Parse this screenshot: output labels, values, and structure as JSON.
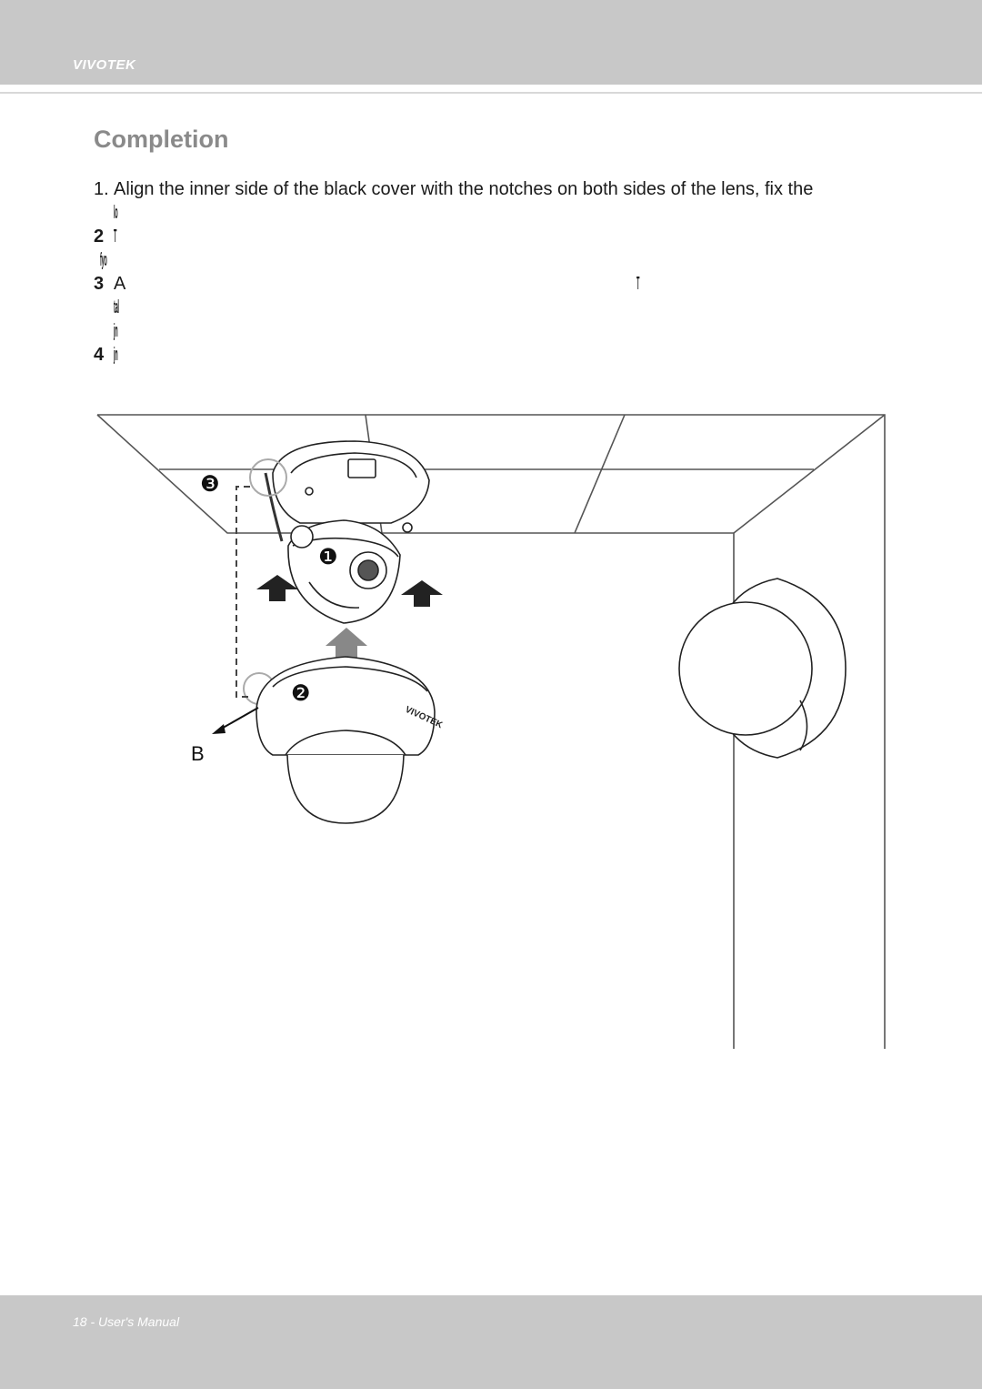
{
  "header": {
    "brand": "VIVOTEK"
  },
  "section": {
    "title": "Completion"
  },
  "steps": [
    {
      "num": "1.",
      "line1": "Align the inner side of the black cover with the notches on both sides of the lens, fix the",
      "line2": "lo"
    },
    {
      "num": "2",
      "line1": "T",
      "line2": "fyo"
    },
    {
      "num": "3",
      "line1": "A",
      "mid": "T",
      "line2": "tal",
      "line3": "jn"
    },
    {
      "num": "4",
      "line1": "jn"
    }
  ],
  "figure": {
    "callout_1": "❶",
    "callout_2": "❷",
    "callout_3": "❸",
    "label_b": "B",
    "camera_brand": "VIVOTEK"
  },
  "footer": {
    "page_label": "18 - User's Manual"
  }
}
